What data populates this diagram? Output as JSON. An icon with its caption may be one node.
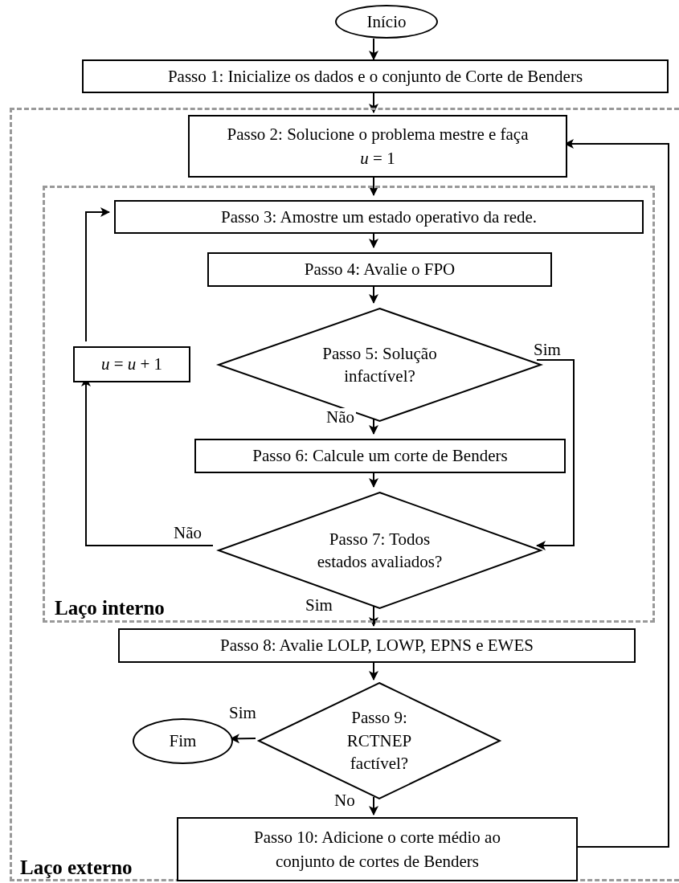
{
  "diagram": {
    "nodes": [
      {
        "text": [
          "Início"
        ]
      },
      {
        "text": [
          "Passo 1: Inicialize os dados e o conjunto de Corte de Benders"
        ]
      },
      {
        "text": [
          "Laço externo"
        ]
      },
      {
        "text": [
          "Passo 2: Solucione o problema mestre e faça *u* = 1"
        ],
        "in": 2
      },
      {
        "text": [
          "Laço interno"
        ],
        "in": 2
      },
      {
        "text": [
          "Passo 3: Amostre um estado operativo da rede."
        ],
        "in": 4
      },
      {
        "text": [
          "Passo 4: Avalie o FPO"
        ],
        "in": 4
      },
      {
        "text": [
          "Passo 5: Solução infactível?"
        ],
        "in": 4
      },
      {
        "text": [
          "*u* = *u* + 1"
        ],
        "in": 4
      },
      {
        "text": [
          "Passo 6: Calcule um corte de Benders"
        ],
        "in": 4
      },
      {
        "text": [
          "Passo 7: Todos estados avaliados?"
        ],
        "in": 4
      },
      {
        "text": [
          "Passo 8: Avalie LOLP, LOWP, EPNS e EWES"
        ],
        "in": 2
      },
      {
        "text": [
          "Passo 9: RCTNEP factível?"
        ],
        "in": 2
      },
      {
        "text": [
          "Fim"
        ],
        "in": 2
      },
      {
        "text": [
          "Passo 10: Adicione o corte médio ao conjunto de cortes de Benders"
        ],
        "in": 2
      }
    ],
    "edges": [
      {
        "from": 0,
        "to": 1,
        "arrow": "to"
      },
      {
        "from": 1,
        "to": 3,
        "arrow": "to"
      },
      {
        "from": 3,
        "to": 5,
        "arrow": "to"
      },
      {
        "from": 5,
        "to": 6,
        "arrow": "to"
      },
      {
        "from": 6,
        "to": 7,
        "arrow": "to"
      },
      {
        "from": 7,
        "to": 9,
        "arrow": "to",
        "label": "Não"
      },
      {
        "from": 7,
        "to": 10,
        "arrow": "to",
        "label": "Sim"
      },
      {
        "from": 9,
        "to": 10,
        "arrow": "to"
      },
      {
        "from": 10,
        "to": 8,
        "arrow": "to",
        "label": "Não"
      },
      {
        "from": 8,
        "to": 5,
        "arrow": "to"
      },
      {
        "from": 10,
        "to": 11,
        "arrow": "to",
        "label": "Sim"
      },
      {
        "from": 11,
        "to": 12,
        "arrow": "to"
      },
      {
        "from": 12,
        "to": 13,
        "arrow": "to",
        "label": "Sim"
      },
      {
        "from": 12,
        "to": 14,
        "arrow": "to",
        "label": "No"
      },
      {
        "from": 14,
        "to": 3,
        "arrow": "to"
      }
    ]
  }
}
